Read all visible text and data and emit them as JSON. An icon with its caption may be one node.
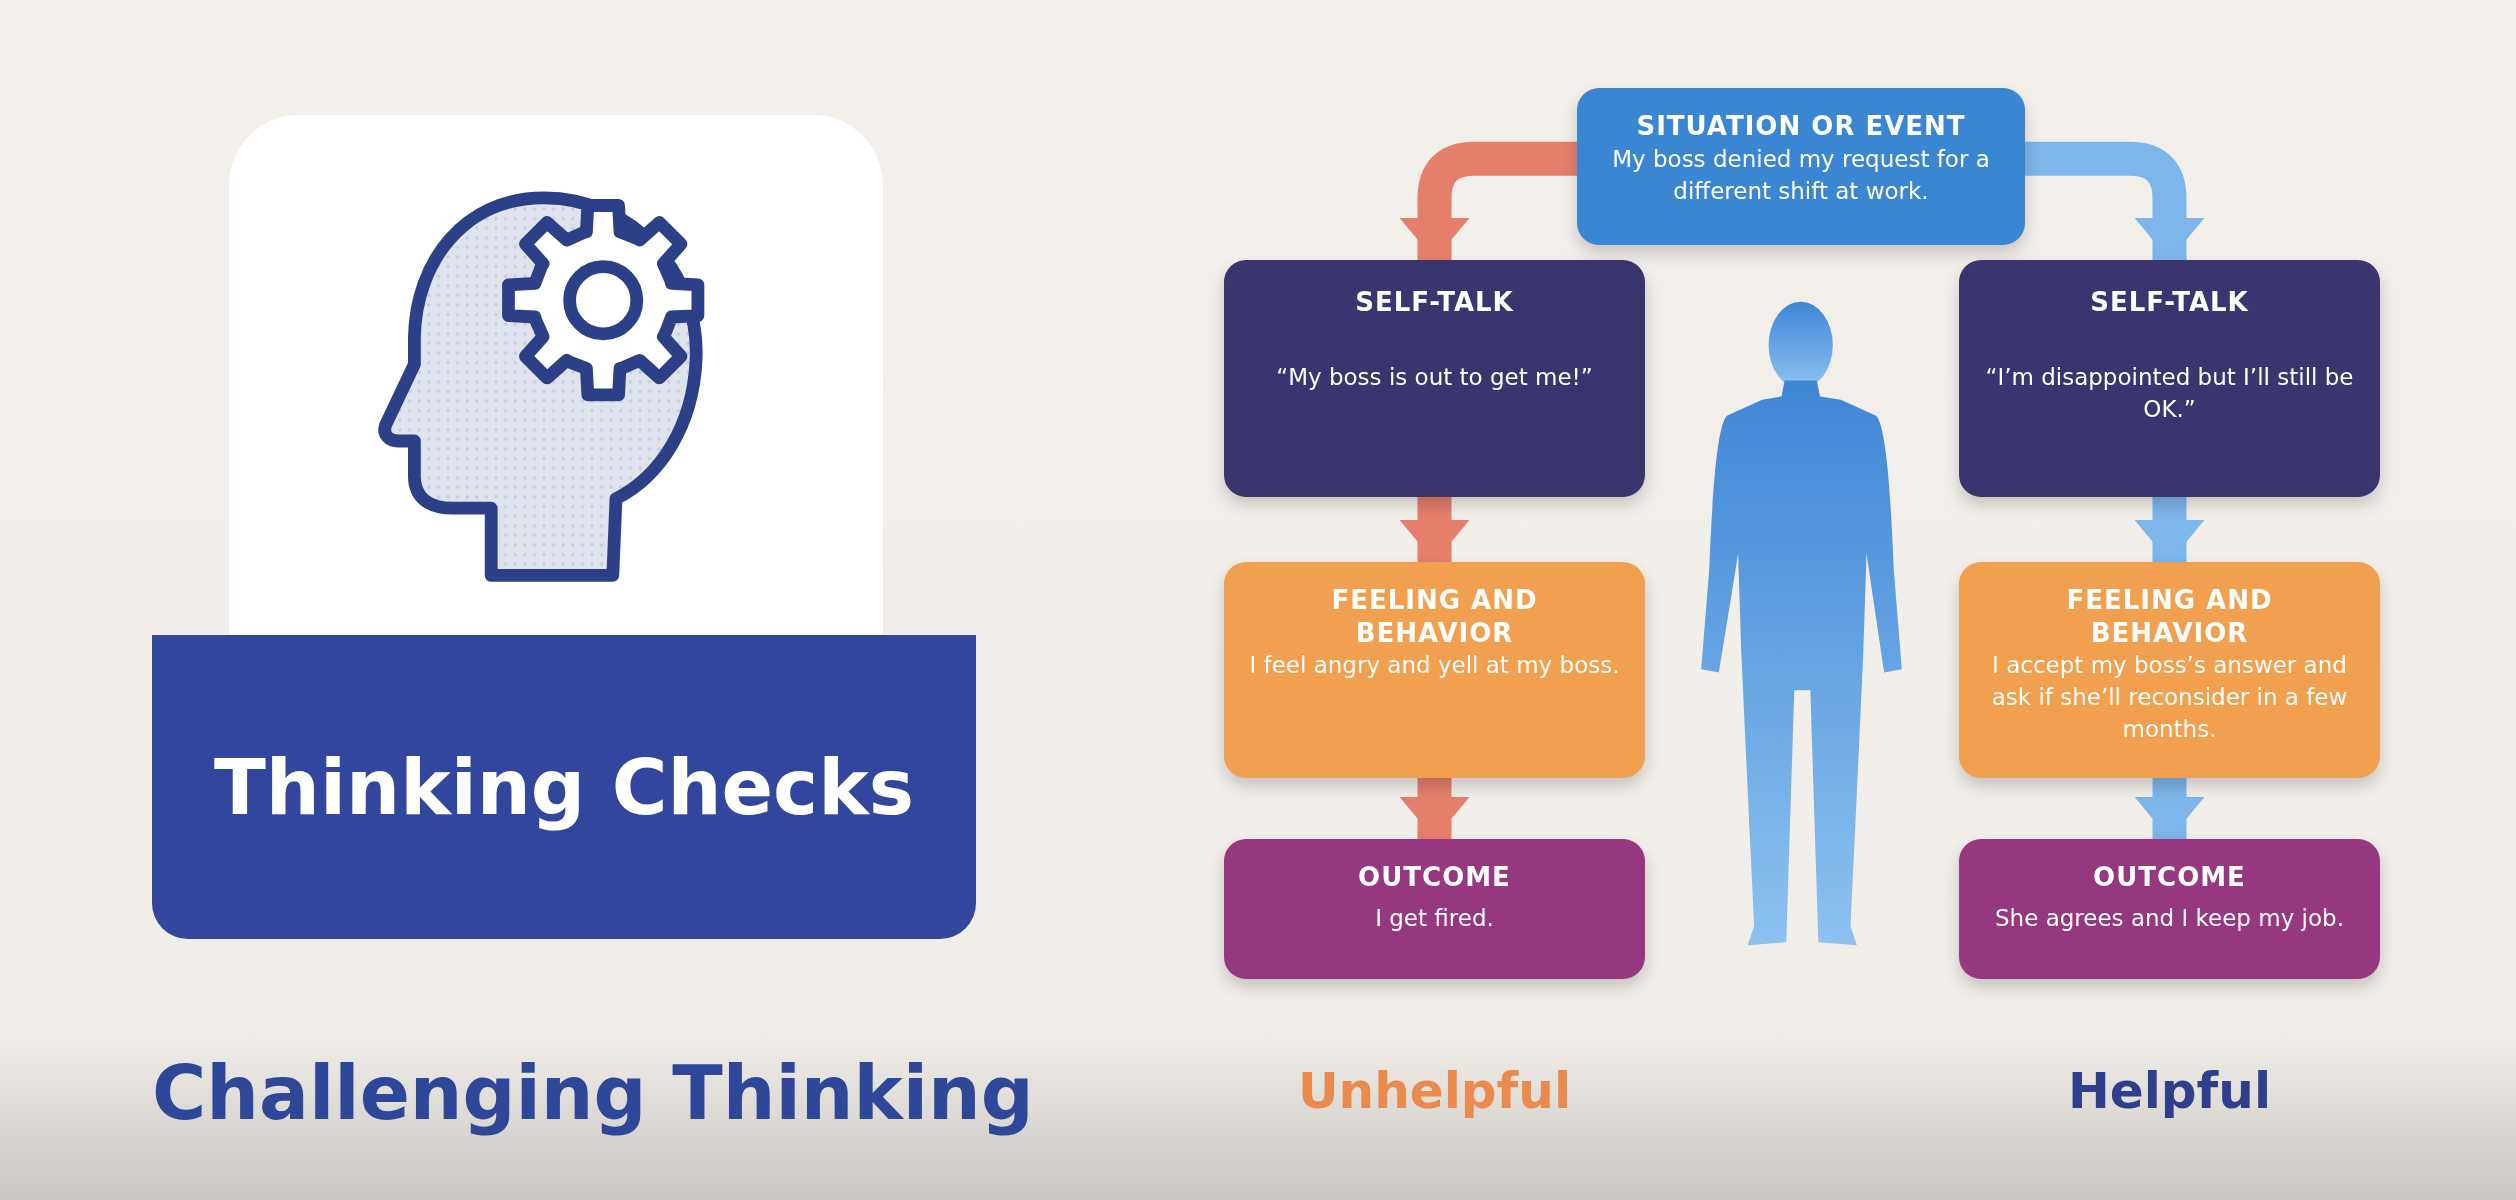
{
  "diagram": {
    "nodes": [
      {
        "text": [
          "Thinking Checks"
        ]
      },
      {
        "text": [
          "SITUATION OR EVENT",
          "My boss denied my request for a different shift at work."
        ]
      },
      {
        "text": [
          "SELF-TALK",
          "“My boss is out to get me!”"
        ]
      },
      {
        "text": [
          "FEELING AND BEHAVIOR",
          "I feel angry and yell at my boss."
        ]
      },
      {
        "text": [
          "OUTCOME",
          "I get fired."
        ]
      },
      {
        "text": [
          "SELF-TALK",
          "“I’m disappointed but I’ll still be OK.”"
        ]
      },
      {
        "text": [
          "FEELING AND BEHAVIOR",
          "I accept my boss’s answer and ask if she’ll reconsider in a few months."
        ]
      },
      {
        "text": [
          "OUTCOME",
          "She agrees and I keep my job."
        ]
      }
    ],
    "edges": [
      {
        "from": 1,
        "to": 2,
        "arrow": "to",
        "color": "#e57f6c"
      },
      {
        "from": 2,
        "to": 3,
        "arrow": "to",
        "color": "#e57f6c"
      },
      {
        "from": 3,
        "to": 4,
        "arrow": "to",
        "color": "#e57f6c"
      },
      {
        "from": 1,
        "to": 5,
        "arrow": "to",
        "color": "#7db6ea"
      },
      {
        "from": 5,
        "to": 6,
        "arrow": "to",
        "color": "#7db6ea"
      },
      {
        "from": 6,
        "to": 7,
        "arrow": "to",
        "color": "#7db6ea"
      }
    ],
    "labels": [
      "Challenging Thinking",
      "Unhelpful",
      "Helpful"
    ]
  }
}
